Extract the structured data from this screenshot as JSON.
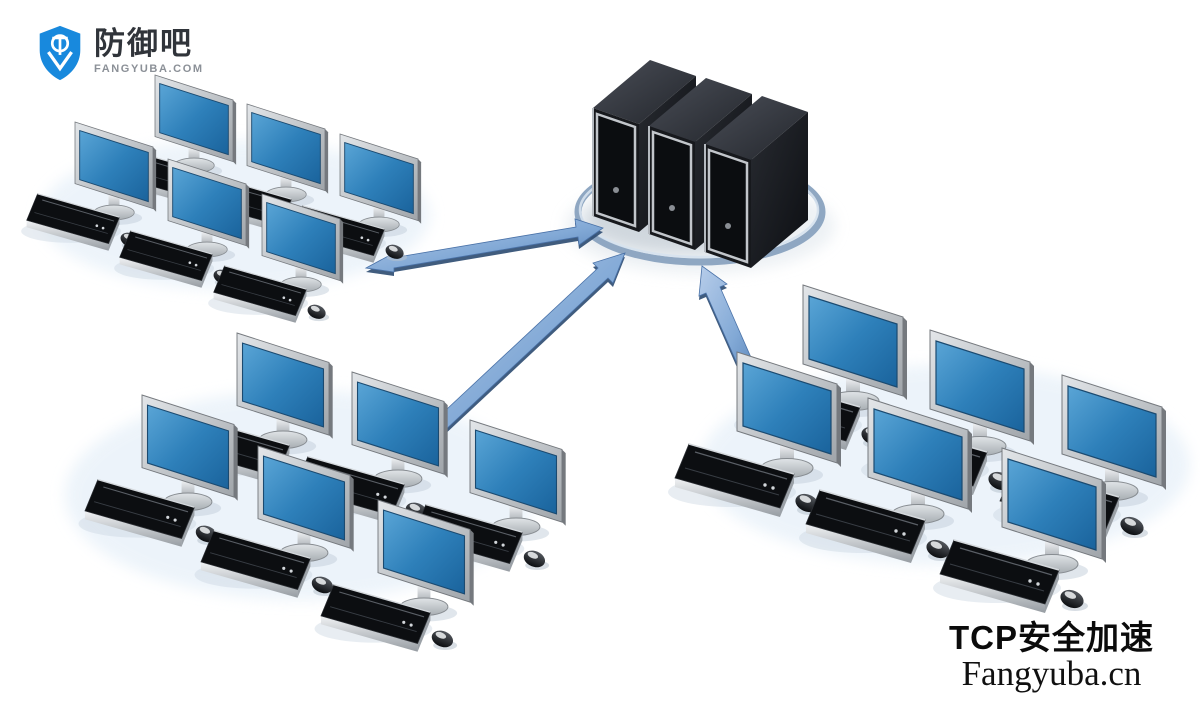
{
  "logo": {
    "title": "防御吧",
    "subtitle": "FANGYUBA.COM",
    "icon": "shield-icon",
    "icon_color": "#1889dd",
    "title_color": "#30343a",
    "subtitle_color": "#8b9097"
  },
  "watermark": {
    "line1": "TCP安全加速",
    "line2": "Fangyuba.cn",
    "color": "#0b0b0b"
  },
  "diagram": {
    "type": "network-topology",
    "description": "Three clusters of client workstations linked by blue arrows to a central rack of three server towers standing on an elliptical ring",
    "server_rack": {
      "towers": 3,
      "platform": "elliptical-ring"
    },
    "clusters": [
      {
        "id": "top-left",
        "workstations": 6
      },
      {
        "id": "bottom-left",
        "workstations": 6
      },
      {
        "id": "right",
        "workstations": 6
      }
    ],
    "arrows": [
      {
        "from": "top-left-cluster",
        "to": "server-rack",
        "heads": 2
      },
      {
        "from": "bottom-left-cluster",
        "to": "server-rack",
        "heads": 1
      },
      {
        "from": "right-cluster",
        "to": "server-rack",
        "heads": 1
      }
    ],
    "colors": {
      "screen_blue": "#2e80ba",
      "arrow_blue": "#82a9d6",
      "server_body": "#17191d",
      "ring": "#8fa7c2",
      "metal_silver": "#b5b9bd"
    }
  }
}
